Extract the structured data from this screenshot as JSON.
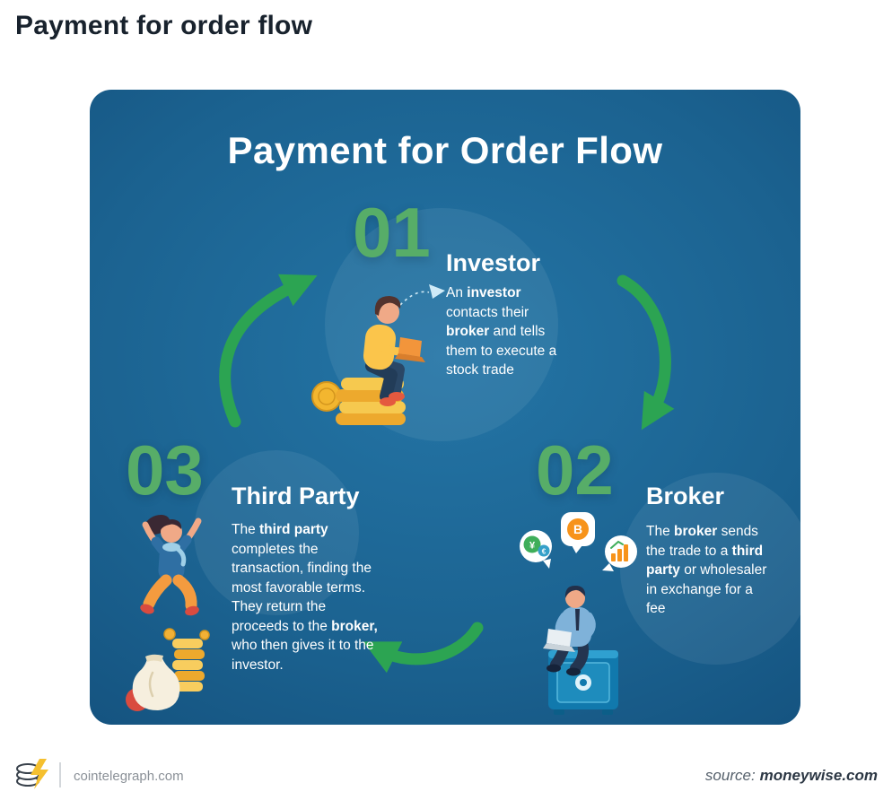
{
  "page": {
    "title": "Payment for order flow"
  },
  "card": {
    "title": "Payment for Order Flow",
    "colors": {
      "background_center": "#2475a6",
      "background_edge": "#124d79",
      "number_green": "#57ad68",
      "arrow_green": "#2ca452",
      "text_white": "#ffffff"
    },
    "steps": [
      {
        "number": "01",
        "title": "Investor",
        "desc": [
          {
            "t": "An ",
            "b": false
          },
          {
            "t": "investor",
            "b": true
          },
          {
            "t": " contacts their ",
            "b": false
          },
          {
            "t": "broker",
            "b": true
          },
          {
            "t": " and tells them to execute a stock trade",
            "b": false
          }
        ],
        "illustration": "investor-with-laptop-on-coin-stack"
      },
      {
        "number": "02",
        "title": "Broker",
        "desc": [
          {
            "t": "The ",
            "b": false
          },
          {
            "t": "broker",
            "b": true
          },
          {
            "t": " sends the trade to a ",
            "b": false
          },
          {
            "t": "third party",
            "b": true
          },
          {
            "t": " or wholesaler in exchange for a fee",
            "b": false
          }
        ],
        "illustration": "broker-with-laptop-on-safe",
        "bubbles": [
          "currency-coins",
          "bitcoin",
          "growth-chart"
        ]
      },
      {
        "number": "03",
        "title": "Third Party",
        "desc": [
          {
            "t": "The ",
            "b": false
          },
          {
            "t": "third party",
            "b": true
          },
          {
            "t": " completes the transaction, finding the most favorable terms. They return the proceeds to the ",
            "b": false
          },
          {
            "t": "broker,",
            "b": true
          },
          {
            "t": " who then gives it to the investor.",
            "b": false
          }
        ],
        "illustration": "person-jumping-with-money-bag"
      }
    ]
  },
  "icons": {
    "yen": "¥",
    "euro": "€",
    "bitcoin": "B"
  },
  "footer": {
    "brand": "cointelegraph.com",
    "source_label": "source:",
    "source_value": "moneywise.com"
  }
}
